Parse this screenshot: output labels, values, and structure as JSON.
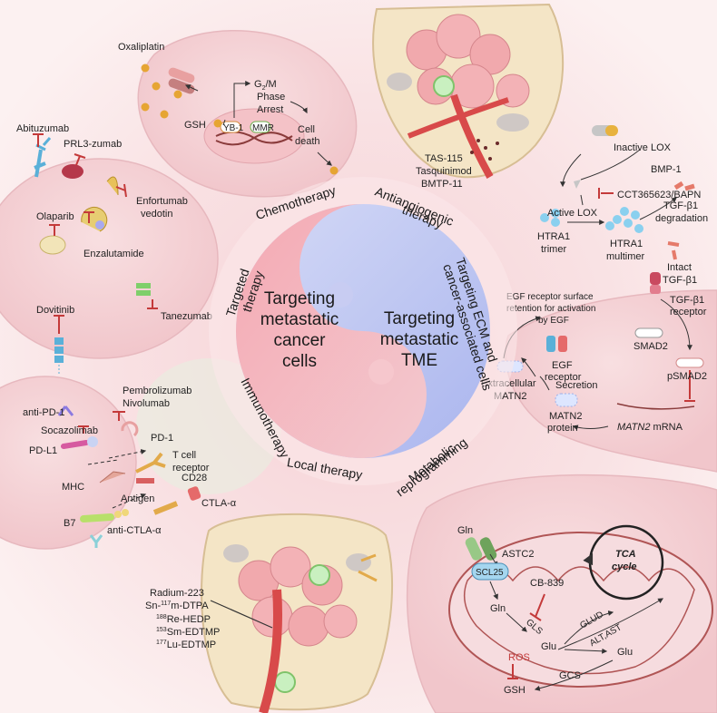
{
  "center": {
    "left_line1": "Targeting",
    "left_line2": "metastatic",
    "left_line3": "cancer",
    "left_line4": "cells",
    "right_line1": "Targeting",
    "right_line2": "metastatic",
    "right_line3": "TME"
  },
  "ring_labels": {
    "chemotherapy": "Chemotherapy",
    "antiangiogenic_1": "Antiangiogenic",
    "antiangiogenic_2": "therapy",
    "targeting_ecm_1": "Targeting ECM and",
    "targeting_ecm_2": "cancer-associated cells",
    "metabolic_1": "Metabolic",
    "metabolic_2": "reprogramming",
    "local": "Local therapy",
    "immunotherapy": "Immunotherapy",
    "targeted_1": "Targeted",
    "targeted_2": "therapy"
  },
  "chemo": {
    "oxaliplatin": "Oxaliplatin",
    "gsh": "GSH",
    "yb1": "YB-1",
    "mmr": "MMR",
    "g2m_1": "G",
    "g2m_sub": "2",
    "g2m_2": "/M",
    "phase": "Phase",
    "arrest": "Arrest",
    "cell": "Cell",
    "death": "death"
  },
  "antiangio": {
    "tas": "TAS-115",
    "tasq": "Tasquinimod",
    "bmtp": "BMTP-11"
  },
  "targeted": {
    "abituzumab": "Abituzumab",
    "prl3": "PRL3-zumab",
    "enfortumab_1": "Enfortumab",
    "enfortumab_2": "vedotin",
    "olaparib": "Olaparib",
    "enzalutamide": "Enzalutamide",
    "dovitinib": "Dovitinib",
    "tanezumab": "Tanezumab"
  },
  "immuno": {
    "anti_pd1": "anti-PD-1",
    "socazolimab": "Socazolimab",
    "pembro": "Pembrolizumab",
    "nivolumab": "Nivolumab",
    "pd1": "PD-1",
    "pdl1": "PD-L1",
    "tcr_1": "T cell",
    "tcr_2": "receptor",
    "mhc": "MHC",
    "antigen": "Antigen",
    "cd28": "CD28",
    "ctla": "CTLA-α",
    "b7": "B7",
    "anti_ctla": "anti-CTLA-α"
  },
  "local": {
    "ra": "Radium-223",
    "sn_a": "Sn-",
    "sn_sup": "117",
    "sn_b": "m-DTPA",
    "re_sup": "188",
    "re": "Re-HEDP",
    "sm_sup": "153",
    "sm": "Sm-EDTMP",
    "lu_sup": "177",
    "lu": "Lu-EDTMP"
  },
  "ecm": {
    "inactive_lox": "Inactive LOX",
    "bmp1": "BMP-1",
    "cct": "CCT365623/BAPN",
    "active_lox": "Active LOX",
    "tgf_deg_1": "TGF-β1",
    "tgf_deg_2": "degradation",
    "htra1_trimer_1": "HTRA1",
    "htra1_trimer_2": "trimer",
    "htra1_multi_1": "HTRA1",
    "htra1_multi_2": "multimer",
    "intact_1": "Intact",
    "intact_2": "TGF-β1",
    "egf_note_1": "EGF receptor surface",
    "egf_note_2": "retention for activation",
    "egf_note_3": "by EGF",
    "tgf_rec_1": "TGF-β1",
    "tgf_rec_2": "receptor",
    "smad2": "SMAD2",
    "psmad2": "pSMAD2",
    "egf_rec_1": "EGF",
    "egf_rec_2": "receptor",
    "extra_1": "Extracellular",
    "extra_2": "MATN2",
    "secretion": "Secretion",
    "matn2_p1": "MATN2",
    "matn2_p2": "protein",
    "matn2_mrna_a": "MATN2",
    "matn2_mrna_b": " mRNA"
  },
  "metabolic": {
    "gln_top": "Gln",
    "astc2": "ASTC2",
    "scl25": "SCL25",
    "cb839": "CB-839",
    "gln_in": "Gln",
    "gls": "GLS",
    "glu": "Glu",
    "glu_out": "Glu",
    "glud": "GLUD",
    "altast": "ALT,AST",
    "tca_1": "TCA",
    "tca_2": "cycle",
    "ros": "ROS",
    "gsh": "GSH",
    "gcs": "GCS"
  },
  "colors": {
    "pink": "#ee9aa6",
    "blue": "#b9c2ef",
    "inhibit": "#c43a3a"
  }
}
